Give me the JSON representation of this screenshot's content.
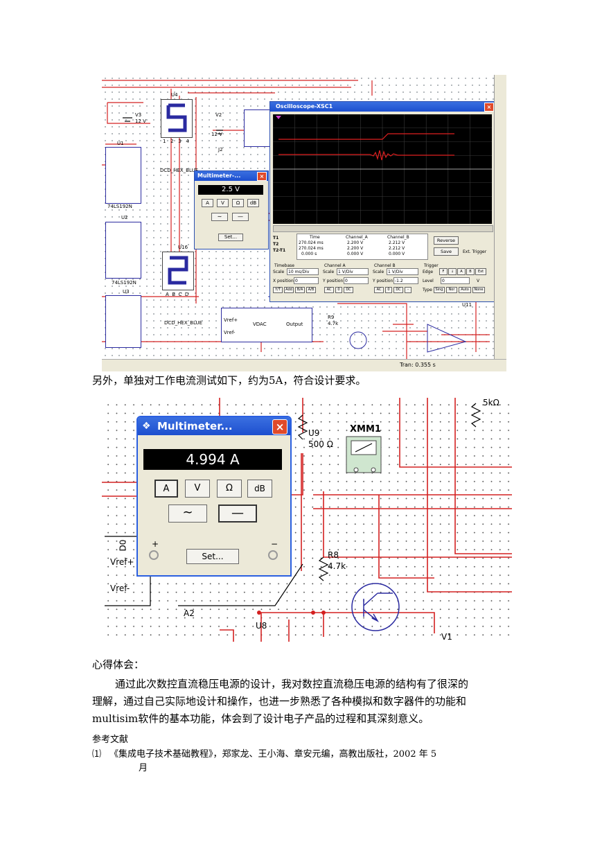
{
  "screenshot1": {
    "oscilloscope": {
      "title": "Oscilloscope-XSC1",
      "readout": {
        "headers": [
          "Time",
          "Channel_A",
          "Channel_B"
        ],
        "rows": [
          {
            "label": "T1",
            "time": "270.024 ms",
            "a": "2.200 V",
            "b": "2.212 V"
          },
          {
            "label": "T2",
            "time": "270.024 ms",
            "a": "2.200 V",
            "b": "2.212 V"
          },
          {
            "label": "T2-T1",
            "time": "0.000 s",
            "a": "0.000 V",
            "b": "0.000 V"
          }
        ]
      },
      "reverse_label": "Reverse",
      "save_label": "Save",
      "ext_trigger_label": "Ext. Trigger",
      "timebase": {
        "title": "Timebase",
        "scale_label": "Scale",
        "scale": "10 ms/Div",
        "pos_label": "X position",
        "pos": "0",
        "modes": [
          "Y/T",
          "Add",
          "B/A",
          "A/B"
        ]
      },
      "channel_a": {
        "title": "Channel A",
        "scale_label": "Scale",
        "scale": "1 V/Div",
        "pos_label": "Y position",
        "pos": "0",
        "modes": [
          "AC",
          "0",
          "DC"
        ]
      },
      "channel_b": {
        "title": "Channel B",
        "scale_label": "Scale",
        "scale": "1 V/Div",
        "pos_label": "Y position",
        "pos": "-1.2",
        "modes": [
          "AC",
          "0",
          "DC",
          "-"
        ]
      },
      "trigger": {
        "title": "Trigger",
        "edge_label": "Edge",
        "level_label": "Level",
        "level": "0",
        "level_unit": "V",
        "edges": [
          "F",
          "↓",
          "A",
          "B",
          "Ext"
        ],
        "types": [
          "Type",
          "Sing",
          "Nor",
          "Auto",
          "None"
        ]
      }
    },
    "multimeter_small": {
      "title": "Multimeter-...",
      "reading": "2.5 V",
      "modes": [
        "A",
        "V",
        "Ω",
        "dB"
      ],
      "set_label": "Set..."
    },
    "labels": {
      "u4": "U4",
      "u1": "U1",
      "u2": "U2",
      "u3": "U3",
      "u16": "U16",
      "v3": "V3",
      "v3_val": "12 V",
      "v2": "V2",
      "v2_val": "12 V",
      "j2": "J2",
      "chip1": "74LS192N",
      "chip2": "74LS192N",
      "dcd1": "DCD_HEX_BLUE",
      "dcd2": "DCD_HEX_BLUE",
      "vref_p": "Vref+",
      "vref_m": "Vref-",
      "r9": "R9",
      "r9_val": "4.7k",
      "vdac": "VDAC",
      "output": "Output",
      "u11": "U11",
      "tran": "Tran: 0.355 s"
    }
  },
  "paragraph1": "另外，单独对工作电流测试如下，约为5A，符合设计要求。",
  "screenshot2": {
    "multimeter": {
      "title": "Multimeter...",
      "reading": "4.994 A",
      "modes": [
        "A",
        "V",
        "Ω",
        "dB"
      ],
      "set_label": "Set...",
      "plus": "+",
      "minus": "−"
    },
    "labels": {
      "u9": "U9",
      "u9_val": "500 Ω",
      "xmm1": "XMM1",
      "r_top": "5kΩ",
      "r8": "R8",
      "r8_val": "4.7k",
      "vref_p": "Vref+",
      "vref_m": "Vref-",
      "a2": "A2",
      "u8": "U8",
      "v1": "V1",
      "d0": "D0"
    }
  },
  "heading_experience": "心得体会：",
  "experience_lines": [
    "通过此次数控直流稳压电源的设计，我对数控直流稳压电源的结构有了很深的",
    "理解，通过自己实际地设计和操作，也进一步熟悉了各种模拟和数字器件的功能和",
    "multisim软件的基本功能，体会到了设计电子产品的过程和其深刻意义。"
  ],
  "references_title": "参考文献",
  "references": [
    {
      "num": "⑴",
      "text": "《集成电子技术基础教程》，郑家龙、王小海、章安元编，高教出版社，2002 年 5",
      "cont": "月"
    }
  ]
}
